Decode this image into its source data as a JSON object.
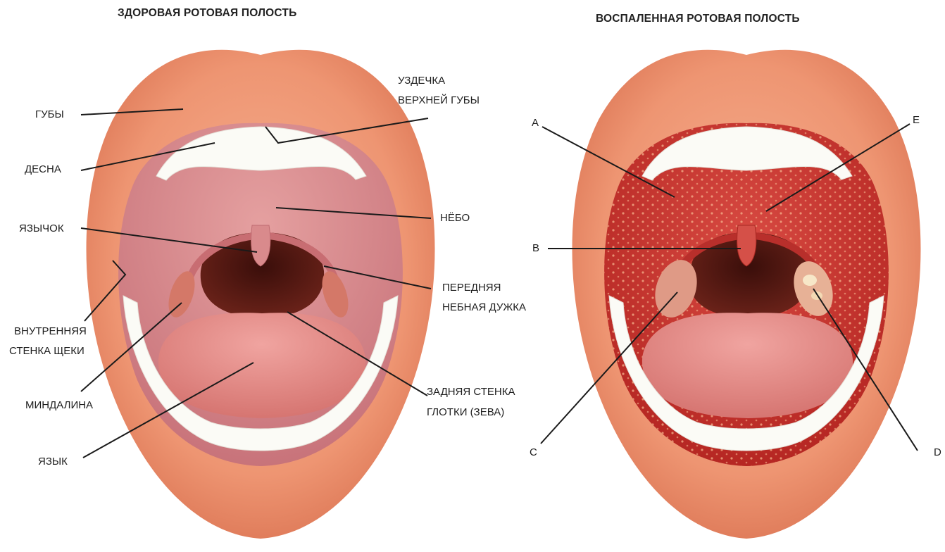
{
  "healthy": {
    "title": "ЗДОРОВАЯ РОТОВАЯ ПОЛОСТЬ",
    "labels": {
      "lips": "ГУБЫ",
      "frenulum_line1": "УЗДЕЧКА",
      "frenulum_line2": "ВЕРХНЕЙ ГУБЫ",
      "gum": "ДЕСНА",
      "palate": "НЁБО",
      "uvula": "ЯЗЫЧОК",
      "arch_line1": "ПЕРЕДНЯЯ",
      "arch_line2": "НЕБНАЯ ДУЖКА",
      "cheek_line1": "ВНУТРЕННЯЯ",
      "cheek_line2": "СТЕНКА ЩЕКИ",
      "tonsil": "МИНДАЛИНА",
      "pharynx_line1": "ЗАДНЯЯ СТЕНКА",
      "pharynx_line2": "ГЛОТКИ (ЗЕВА)",
      "tongue": "ЯЗЫК"
    }
  },
  "inflamed": {
    "title": "ВОСПАЛЕННАЯ РОТОВАЯ ПОЛОСТЬ",
    "labels": {
      "a": "A",
      "b": "B",
      "c": "C",
      "d": "D",
      "e": "E"
    }
  },
  "colors": {
    "lip": "#f09a78",
    "lip_dark": "#d9714f",
    "teeth": "#fbfbf6",
    "palate_healthy": "#d98a8c",
    "palate_inflamed": "#c8322e",
    "throat": "#4a1410",
    "tongue": "#e58a88",
    "tonsil_healthy": "#d67a6a",
    "tonsil_inflamed": "#e6a58a",
    "leader_line": "#1a1a1a"
  }
}
